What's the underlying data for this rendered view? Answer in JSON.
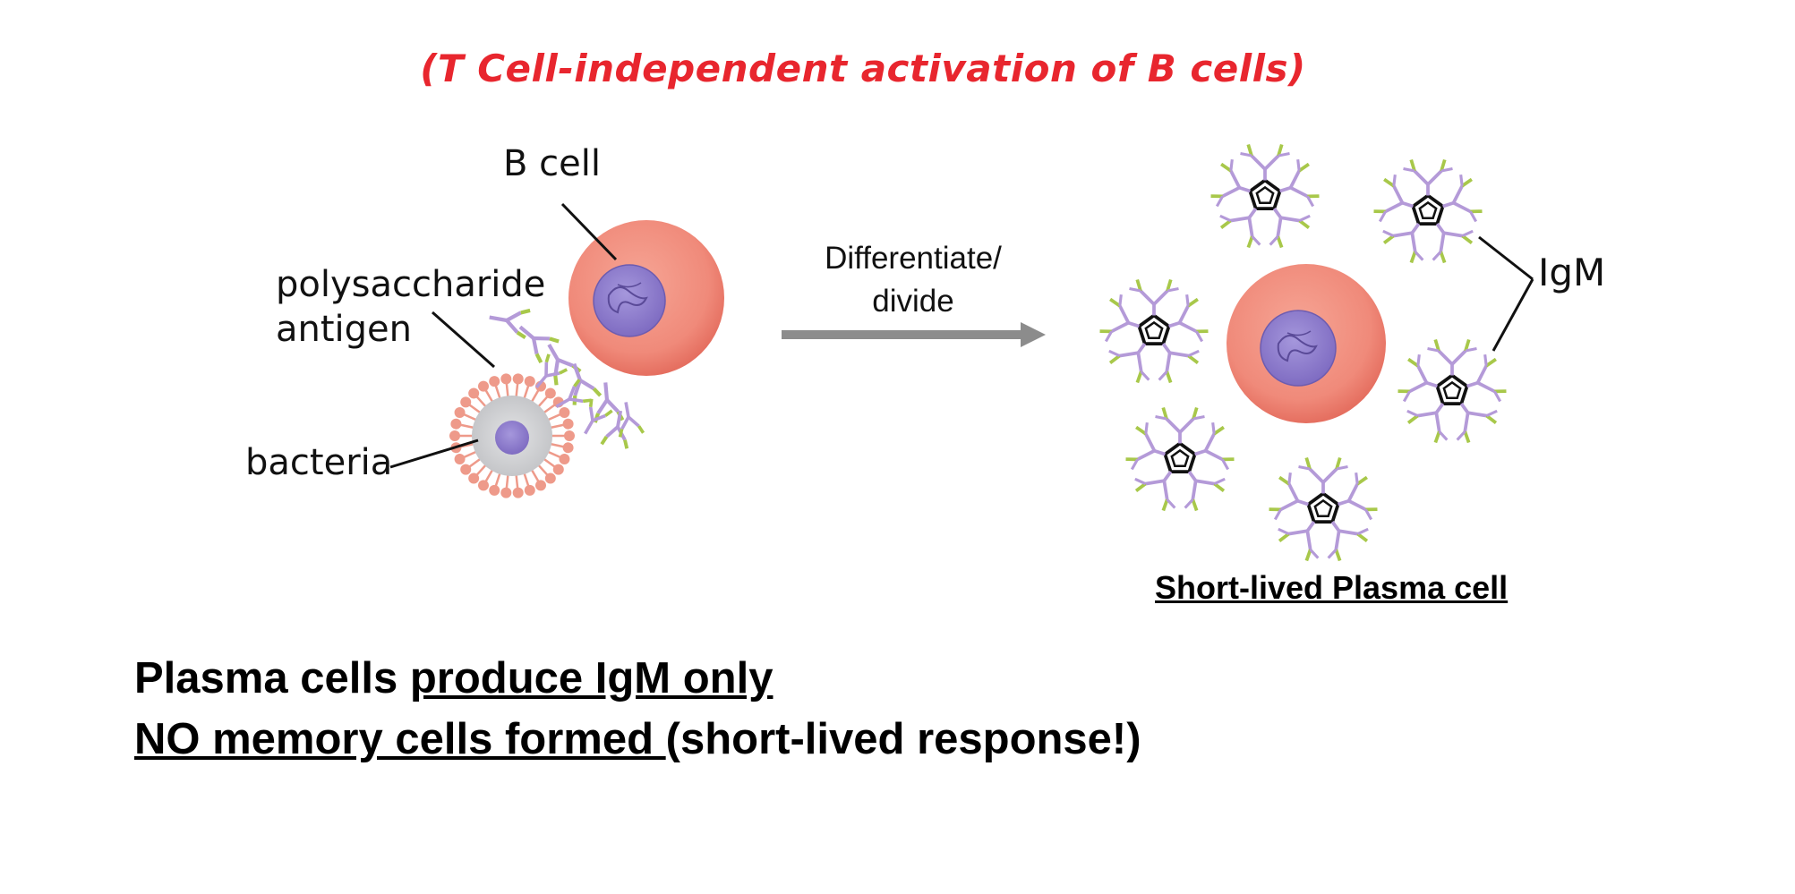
{
  "title": "(T Cell-independent activation of B cells)",
  "labels": {
    "b_cell": "B cell",
    "polysaccharide_line1": "polysaccharide",
    "polysaccharide_line2": "antigen",
    "bacteria": "bacteria",
    "arrow_line1": "Differentiate/",
    "arrow_line2": "divide",
    "igm": "IgM",
    "plasma_caption": "Short-lived Plasma cell"
  },
  "notes": {
    "line1_plain": "Plasma cells ",
    "line1_underlined": "produce IgM only",
    "line2_underlined": "NO memory cells formed ",
    "line2_plain": "(short-lived response!)"
  },
  "colors": {
    "title": "#e8262e",
    "cell_body": "#f08a7a",
    "cell_edge": "#e06a5c",
    "nucleus": "#8f7fcf",
    "antibody_stem": "#b49ad8",
    "antibody_tip": "#a8c84a",
    "bacteria_body": "#cfd0d2",
    "bacteria_dots": "#ee9a8a",
    "arrow": "#8c8c8c"
  }
}
